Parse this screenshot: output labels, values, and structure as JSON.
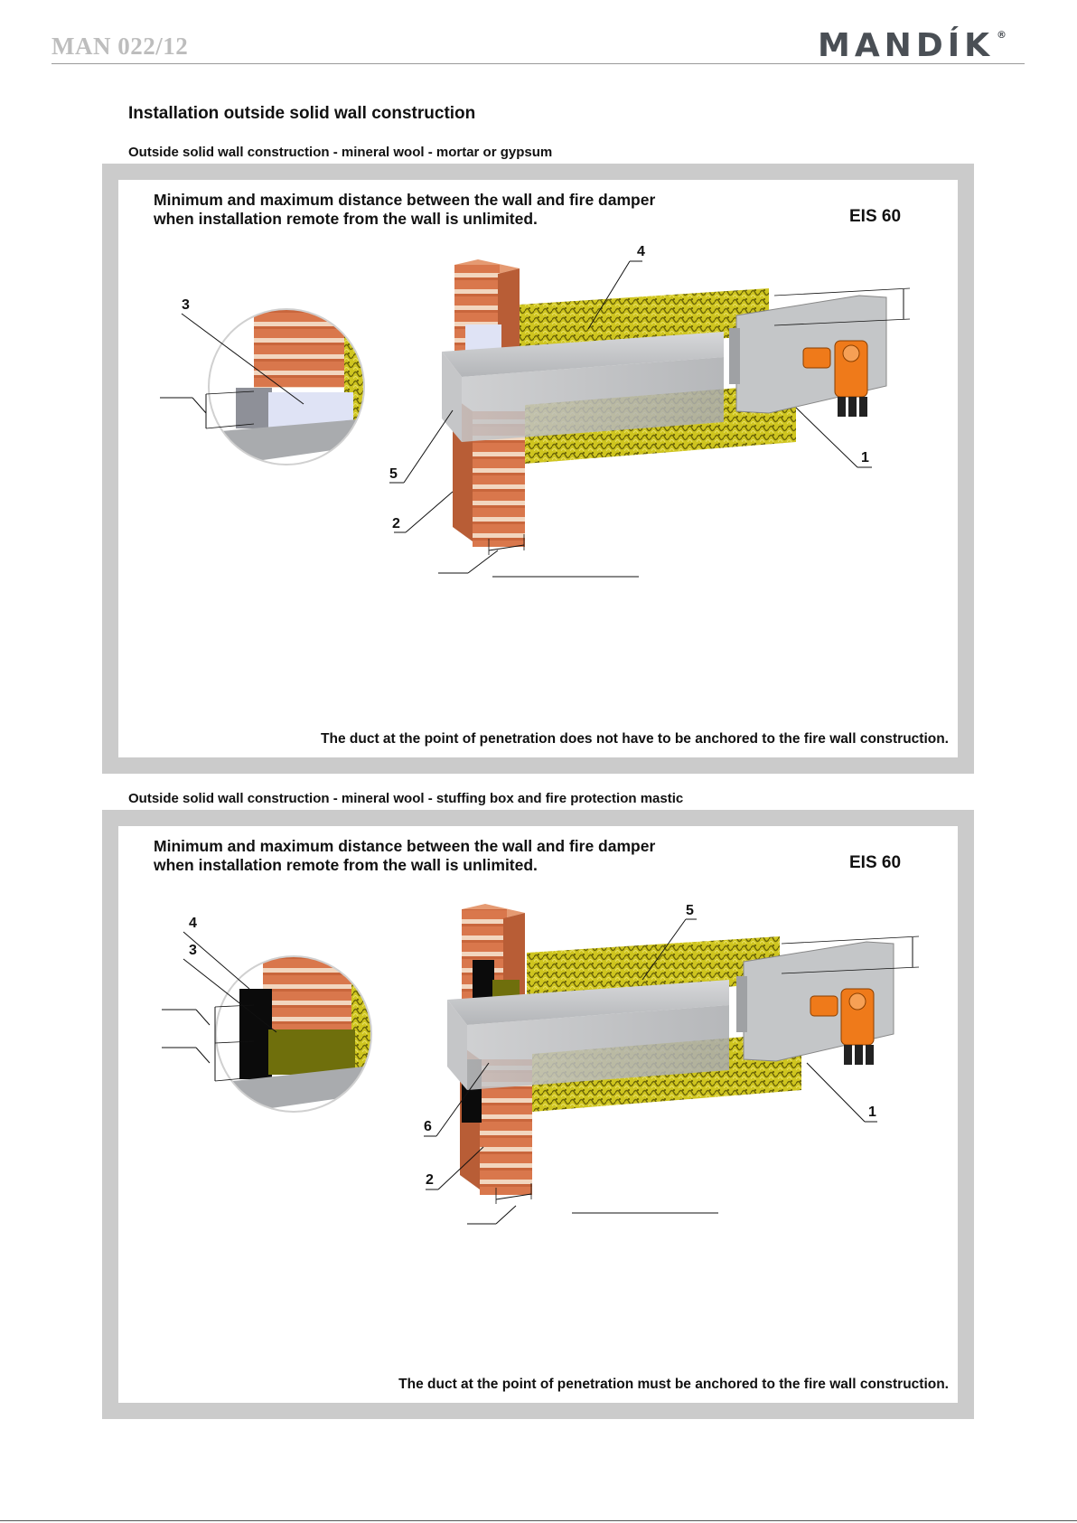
{
  "header": {
    "doc_code": "MAN 022/12",
    "logo_text": "MANDÍK",
    "logo_reg": "®"
  },
  "main_title": "Installation outside solid wall construction",
  "sections": [
    {
      "caption": "Outside solid wall construction - mineral wool - mortar or gypsum",
      "heading": "Minimum and maximum distance between the wall and fire damper when installation remote from the wall is unlimited.",
      "rating": "EIS 60",
      "note": "The duct at the point of penetration does not have to be anchored to the fire wall construction.",
      "callouts": {
        "c1": "1",
        "c2": "2",
        "c3": "3",
        "c4": "4",
        "c5": "5"
      }
    },
    {
      "caption": "Outside solid wall construction - mineral wool - stuffing box and fire protection mastic",
      "heading": "Minimum and maximum distance between the wall and fire damper when installation remote from the wall is unlimited.",
      "rating": "EIS 60",
      "note": "The duct at the point of penetration must be anchored to the fire wall construction.",
      "callouts": {
        "c1": "1",
        "c2": "2",
        "c3": "3",
        "c4": "4",
        "c5": "5",
        "c6": "6"
      }
    }
  ],
  "colors": {
    "brick": "#d9774c",
    "mortar": "#f2d6bf",
    "wool": "#c9c21c",
    "wool_dark": "#6b6508",
    "duct": "#b9bbbd",
    "actuator": "#ef7a1a",
    "filler_mortar": "#dfe3f5",
    "filler_mastic": "#6f6f0c",
    "panel_border": "#cbcbcb"
  },
  "icons": [
    "brick-wall-icon",
    "mineral-wool-icon",
    "duct-icon",
    "fire-damper-icon",
    "actuator-icon"
  ]
}
